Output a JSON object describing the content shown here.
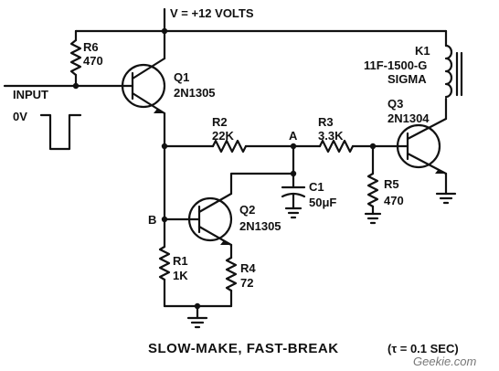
{
  "supply": "V = +12 VOLTS",
  "input": {
    "label": "INPUT",
    "level": "0V"
  },
  "q1": {
    "ref": "Q1",
    "part": "2N1305"
  },
  "q2": {
    "ref": "Q2",
    "part": "2N1305"
  },
  "q3": {
    "ref": "Q3",
    "part": "2N1304"
  },
  "r6": {
    "ref": "R6",
    "value": "470"
  },
  "r2": {
    "ref": "R2",
    "value": "22K"
  },
  "r3": {
    "ref": "R3",
    "value": "3.3K"
  },
  "r5": {
    "ref": "R5",
    "value": "470"
  },
  "r1": {
    "ref": "R1",
    "value": "1K"
  },
  "r4": {
    "ref": "R4",
    "value": "72"
  },
  "c1": {
    "ref": "C1",
    "value": "50μF"
  },
  "k1": {
    "ref": "K1",
    "part": "11F-1500-G",
    "make": "SIGMA"
  },
  "node_a": "A",
  "node_b": "B",
  "caption": "SLOW-MAKE, FAST-BREAK",
  "timing": "(τ = 0.1 SEC)",
  "watermark": "Geekie.com"
}
